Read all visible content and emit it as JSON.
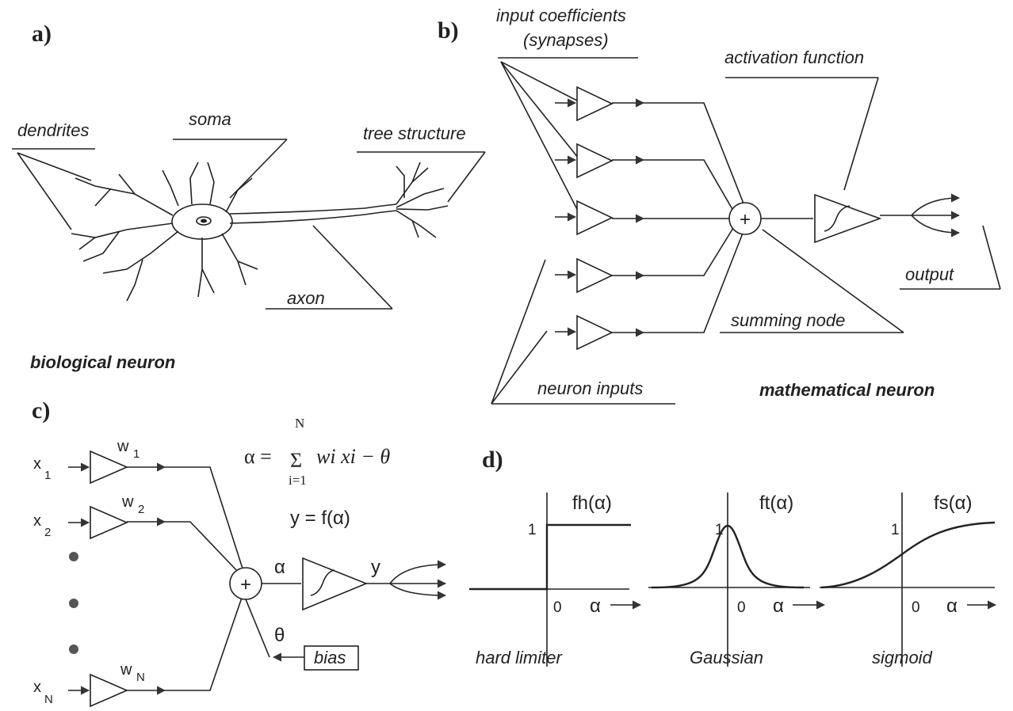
{
  "panel_a": {
    "label": "a)",
    "dendrites": "dendrites",
    "soma": "soma",
    "tree_structure": "tree structure",
    "axon": "axon",
    "title": "biological neuron"
  },
  "panel_b": {
    "label": "b)",
    "input_coefficients_line1": "input coefficients",
    "input_coefficients_line2": "(synapses)",
    "activation_function": "activation function",
    "summing_symbol": "+",
    "output": "output",
    "summing_node": "summing node",
    "neuron_inputs": "neuron inputs",
    "title": "mathematical neuron"
  },
  "panel_c": {
    "label": "c)",
    "inputs": [
      "x",
      "x",
      "x"
    ],
    "input_subs": [
      "1",
      "2",
      "N"
    ],
    "weights": [
      "w",
      "w",
      "w"
    ],
    "weight_subs": [
      "1",
      "2",
      "N"
    ],
    "summing_symbol": "+",
    "alpha": "α",
    "y": "y",
    "theta": "θ",
    "bias": "bias",
    "eq_upper": "N",
    "eq_lhs": "α =",
    "eq_sigma": "Σ",
    "eq_body": "wi xi − θ",
    "eq_lower": "i=1",
    "eq_output": "y = f(α)"
  },
  "panel_d": {
    "label": "d)",
    "plots": [
      {
        "func": "fh(α)",
        "one": "1",
        "zero": "0",
        "axis": "α",
        "name": "hard limiter"
      },
      {
        "func": "ft(α)",
        "one": "1",
        "zero": "0",
        "axis": "α",
        "name": "Gaussian"
      },
      {
        "func": "fs(α)",
        "one": "1",
        "zero": "0",
        "axis": "α",
        "name": "sigmoid"
      }
    ]
  }
}
